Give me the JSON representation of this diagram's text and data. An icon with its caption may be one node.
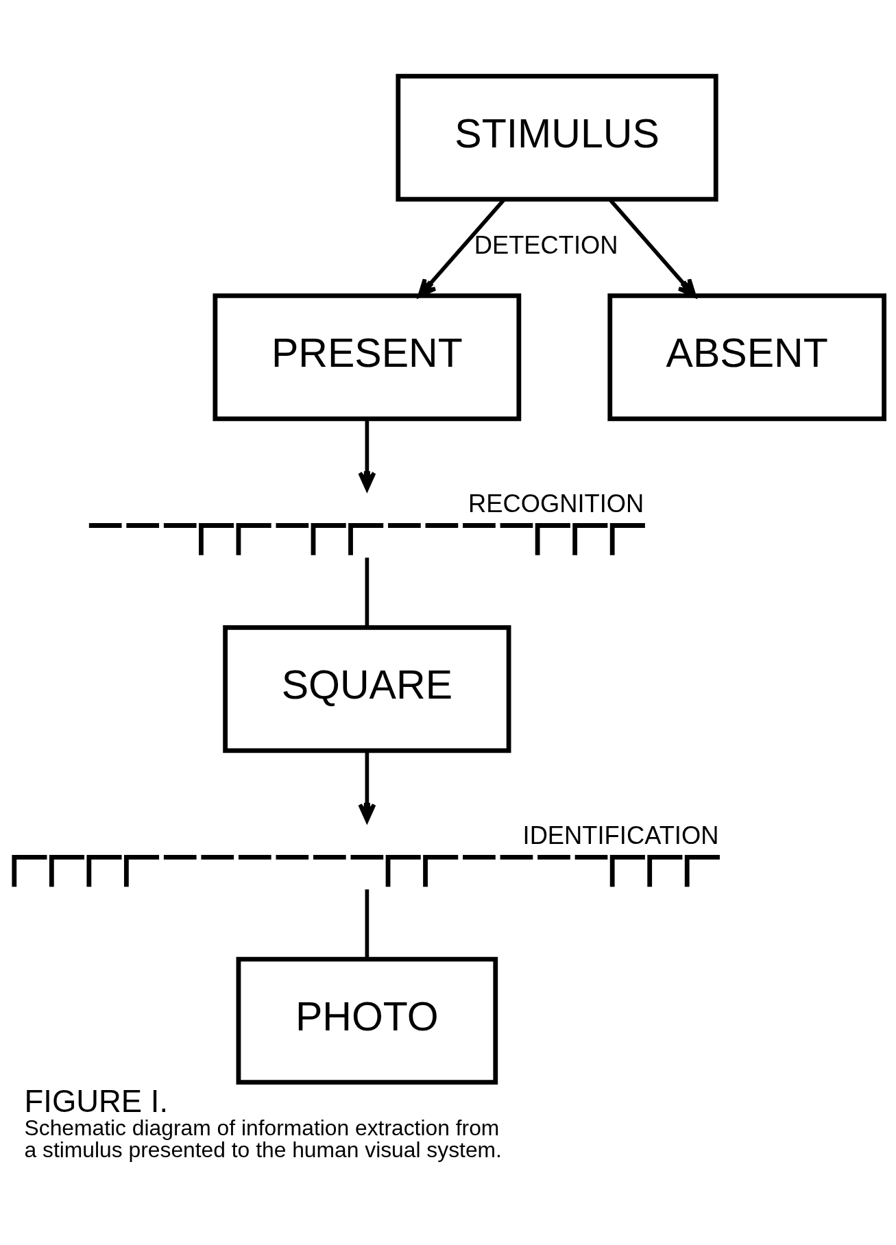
{
  "diagram": {
    "title": "FIGURE I.",
    "caption": "Schematic diagram of information extraction from a stimulus presented to the human visual system.",
    "nodes": [
      {
        "text": [
          "STIMULUS"
        ]
      },
      {
        "text": [
          "PRESENT"
        ]
      },
      {
        "text": [
          "ABSENT"
        ]
      },
      {
        "text": [
          "RECOGNITION"
        ]
      },
      {
        "text": [
          "SQUARE"
        ]
      },
      {
        "text": [
          "IDENTIFICATION"
        ]
      },
      {
        "text": [
          "PHOTO"
        ]
      }
    ],
    "edges": [
      {
        "from": 0,
        "to": 1,
        "arrow": "to",
        "label": "DETECTION"
      },
      {
        "from": 0,
        "to": 2,
        "arrow": "to"
      },
      {
        "from": 1,
        "to": 3,
        "arrow": "to"
      },
      {
        "from": 3,
        "to": 4,
        "arrow": "none"
      },
      {
        "from": 4,
        "to": 5,
        "arrow": "to"
      },
      {
        "from": 5,
        "to": 6,
        "arrow": "none"
      }
    ]
  }
}
